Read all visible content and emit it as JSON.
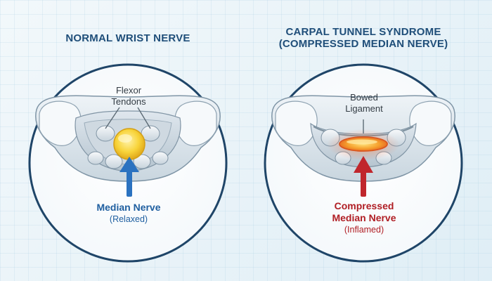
{
  "left_panel": {
    "title": "NORMAL WRIST NERVE",
    "tendon_label": [
      "Flexor",
      "Tendons"
    ],
    "nerve_label": "Median Nerve",
    "nerve_state": "(Relaxed)"
  },
  "right_panel": {
    "title": [
      "CARPAL TUNNEL SYNDROME",
      "(COMPRESSED MEDIAN NERVE)"
    ],
    "ligament_label": [
      "Bowed",
      "Ligament"
    ],
    "nerve_label": [
      "Compressed",
      "Median Nerve"
    ],
    "nerve_state": "(Inflamed)"
  },
  "colors": {
    "title": "#1f4e79",
    "normal_arrow": "#2b72c0",
    "compressed_arrow": "#c0262c",
    "normal_nerve": "#f5c52a",
    "inflamed_nerve": "#f08a24"
  }
}
